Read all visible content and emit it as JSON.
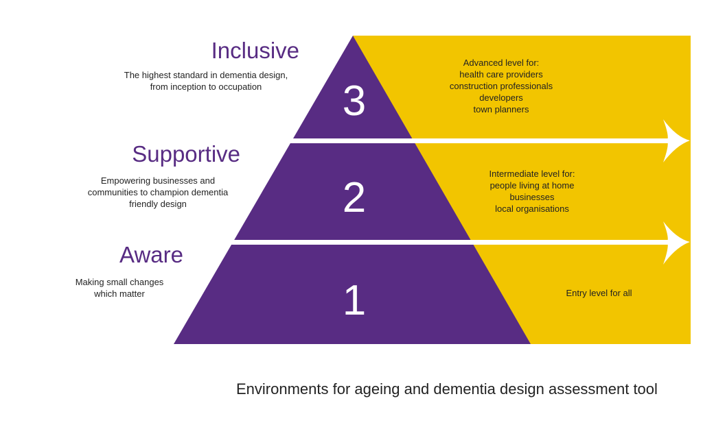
{
  "colors": {
    "purple": "#582c83",
    "yellow": "#f2c500"
  },
  "levels": [
    {
      "number": "3",
      "title": "Inclusive",
      "description": [
        "The highest standard in dementia design,",
        "from inception to occupation"
      ],
      "audience": [
        "Advanced level for:",
        "health care providers",
        "construction professionals",
        "developers",
        "town planners"
      ]
    },
    {
      "number": "2",
      "title": "Supportive",
      "description": [
        "Empowering businesses and",
        "communities to champion dementia",
        "friendly design"
      ],
      "audience": [
        "Intermediate level for:",
        "people living at home",
        "businesses",
        "local organisations"
      ]
    },
    {
      "number": "1",
      "title": "Aware",
      "description": [
        "Making small changes",
        "which matter"
      ],
      "audience": [
        "Entry level for all"
      ]
    }
  ],
  "caption": "Environments for ageing and dementia design assessment tool"
}
